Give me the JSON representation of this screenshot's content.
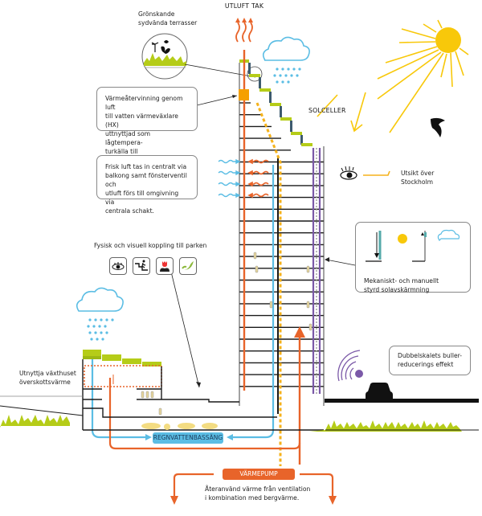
{
  "labels": {
    "exhaust_roof": "UTLUFT TAK",
    "green_terraces": "Grönskande\nsydvända terrasser",
    "solar_cells": "SOLCELLER",
    "view": "Utsikt över\nStockholm",
    "park_connection": "Fysisk och visuell koppling till parken",
    "greenhouse": "Utnyttja växthuset\növerskottsvärme",
    "rainwater_tank": "REGNVATTENBASSÄNG",
    "heat_pump": "VÄRMEPUMP",
    "heat_pump_note": "Återanvänd värme från ventilation\ni kombination med bergvärme."
  },
  "callouts": {
    "heat_recovery": "Värmeåtervinning genom luft\ntill vatten värmeväxlare (HX)\nuttnyttjad som lågtempera-\nturkälla till golvvärmepump",
    "fresh_air": "Frisk luft tas in centralt via\nbalkong samt fönsterventil och\nutluft förs till omgivning via\ncentrala schakt.",
    "solar_shading": "Mekaniskt- och manuellt\nstyrd solavskärmning",
    "noise_reduction": "Dubbelskalets buller-\nreducerings effekt"
  },
  "park_icons": [
    "eye-icon",
    "stairs-person-icon",
    "tulip-icon",
    "leaf-icon"
  ],
  "colors": {
    "orange": "#e8642a",
    "blue": "#5bbde4",
    "yellow": "#f5b21b",
    "green": "#b5cc18",
    "purple": "#7b59a8",
    "dark": "#1a1a1a",
    "sun": "#f8c80a"
  }
}
